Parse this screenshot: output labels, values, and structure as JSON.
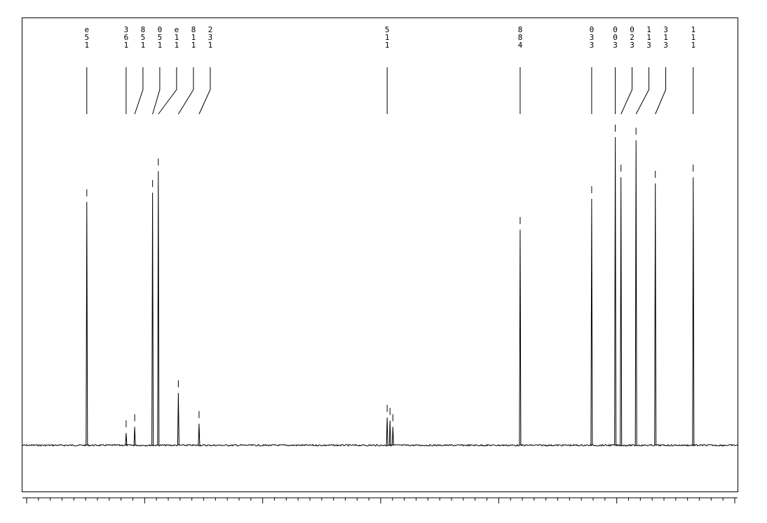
{
  "colors": {
    "background": "#ffffff",
    "trace": "#000000",
    "frame": "#000000"
  },
  "chart_data": {
    "type": "line",
    "title": "",
    "xlabel": "",
    "ylabel": "",
    "x_axis": {
      "direction": "reversed",
      "tick_labels_visible": false,
      "xlim": [
        0,
        100
      ]
    },
    "baseline_noise": true,
    "grid": false,
    "peaks": [
      {
        "x": 91.0,
        "height": 0.79,
        "label": "e\n5\n1"
      },
      {
        "x": 85.5,
        "height": 0.04,
        "label": "3\n6\n1"
      },
      {
        "x": 84.3,
        "height": 0.06,
        "label": "8\n5\n1"
      },
      {
        "x": 81.8,
        "height": 0.82,
        "label": "0\n5\n1"
      },
      {
        "x": 81.0,
        "height": 0.89,
        "label": "e\n1\n1"
      },
      {
        "x": 78.2,
        "height": 0.17,
        "label": "8\n1\n1"
      },
      {
        "x": 75.3,
        "height": 0.07,
        "label": "2\n3\n1"
      },
      {
        "x": 49.0,
        "height": 0.09,
        "label": "5\n1\n1"
      },
      {
        "x": 48.6,
        "height": 0.08,
        "label": ""
      },
      {
        "x": 48.2,
        "height": 0.06,
        "label": ""
      },
      {
        "x": 30.4,
        "height": 0.7,
        "label": "8\n8\n4"
      },
      {
        "x": 20.4,
        "height": 0.8,
        "label": "0\n3\n3"
      },
      {
        "x": 17.1,
        "height": 1.0,
        "label": "0\n0\n3"
      },
      {
        "x": 16.3,
        "height": 0.87,
        "label": "0\n2\n3"
      },
      {
        "x": 14.2,
        "height": 0.99,
        "label": "1\n1\n3"
      },
      {
        "x": 11.5,
        "height": 0.85,
        "label": "3\n1\n3"
      },
      {
        "x": 6.2,
        "height": 0.87,
        "label": "1\n1\n1"
      }
    ]
  }
}
